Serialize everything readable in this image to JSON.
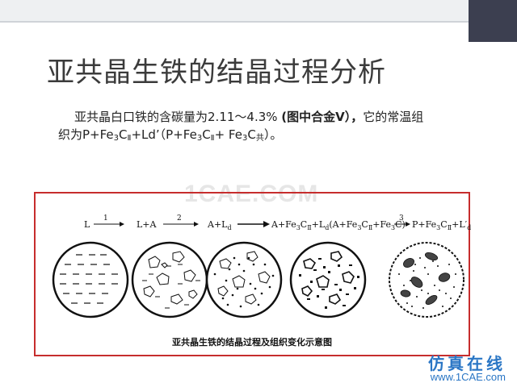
{
  "slide": {
    "title": "亚共晶生铁的结晶过程分析",
    "paragraph": {
      "part1": "亚共晶白口铁的含碳量为2.11～4.3%",
      "part_bold": "(图中合金Ⅴ），",
      "part2": "它的常温组",
      "line2_a": "织为P+Fe",
      "sub3a": "3",
      "line2_b": "C",
      "subIIa": "Ⅱ",
      "line2_c": "+Ld’（P+Fe",
      "sub3b": "3",
      "line2_d": "C",
      "subIIb": "Ⅱ",
      "line2_e": "+ Fe",
      "sub3c": "3",
      "line2_f": "C",
      "sub_gong": "共",
      "line2_g": "）。"
    }
  },
  "watermark": "1CAE.COM",
  "diagram": {
    "stages": [
      "L",
      "L+A",
      "A+Ld",
      "A+Fe3CⅡ+Ld(A+Fe3CⅡ+Fe3C)",
      "P+Fe3CⅡ+L′d"
    ],
    "stage_labels": {
      "s1": "L",
      "s2": "L+A",
      "s3": "A+L",
      "s3sub": "d",
      "s4": "A+Fe",
      "s4b": "C",
      "s4c": "+L",
      "s4d": "(A+Fe",
      "s4e": "C",
      "s4f": "+Fe",
      "s4g": "C)",
      "s5": "P+Fe",
      "s5b": "C",
      "s5c": "+L′",
      "sub_d": "d",
      "sub_3": "3",
      "sub_II": "Ⅱ"
    },
    "arrow_numbers": [
      "1",
      "2",
      "3"
    ],
    "caption": "亚共晶生铁的结晶过程及组织变化示意图"
  },
  "footer": {
    "brand": "仿真在线",
    "url": "www.1CAE.com"
  },
  "colors": {
    "frame": "#c62d2d",
    "title": "#3b3b3b",
    "footer": "#2a76c5",
    "corner": "#3c3f50"
  }
}
